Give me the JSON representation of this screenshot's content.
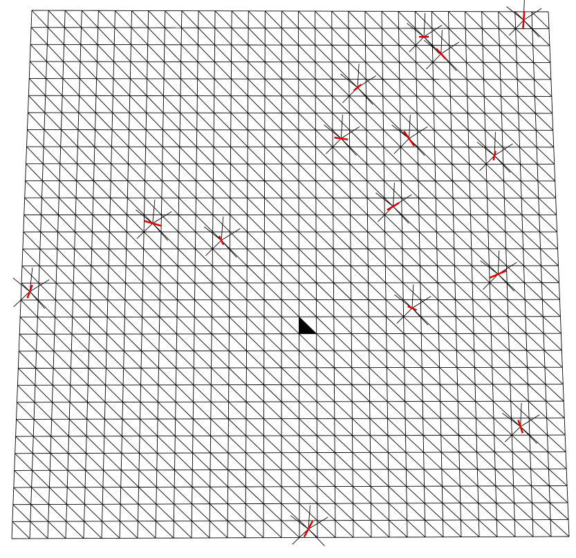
{
  "mesh": {
    "description_free": true,
    "grid_cols": 31,
    "grid_rows": 31,
    "diagonal_direction": "top-left-to-bottom-right",
    "colors": {
      "background": "#ffffff",
      "edge": "#000000",
      "highlight": "#e00000",
      "filled_cell": "#000000"
    },
    "filled_triangle": {
      "col": 16,
      "row": 18
    },
    "defects": [
      {
        "col": 23,
        "row": 1
      },
      {
        "col": 24,
        "row": 2
      },
      {
        "col": 29,
        "row": 0
      },
      {
        "col": 19,
        "row": 4
      },
      {
        "col": 18,
        "row": 7
      },
      {
        "col": 22,
        "row": 7
      },
      {
        "col": 27,
        "row": 8
      },
      {
        "col": 21,
        "row": 11
      },
      {
        "col": 7,
        "row": 12
      },
      {
        "col": 11,
        "row": 13
      },
      {
        "col": 0,
        "row": 16
      },
      {
        "col": 27,
        "row": 15
      },
      {
        "col": 22,
        "row": 17
      },
      {
        "col": 28,
        "row": 24
      },
      {
        "col": 16,
        "row": 30
      }
    ]
  }
}
